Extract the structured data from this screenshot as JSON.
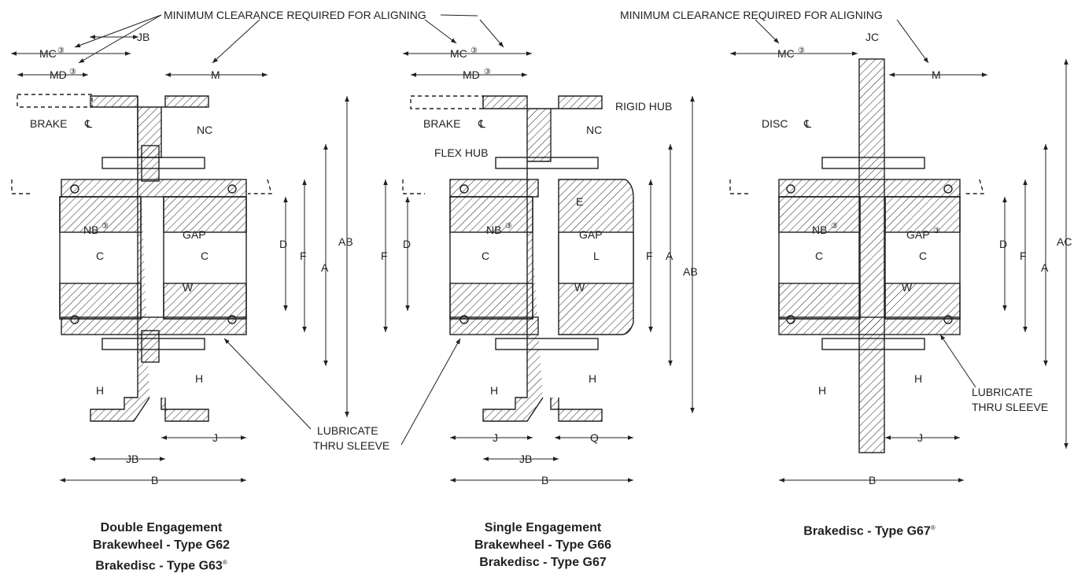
{
  "callouts": {
    "min_clearance": "MINIMUM CLEARANCE REQUIRED FOR ALIGNING",
    "lubricate": [
      "LUBRICATE",
      "THRU SLEEVE"
    ],
    "note_mark": "③"
  },
  "views": [
    {
      "labels": [
        "MC",
        "MD",
        "JB",
        "M",
        "BRAKE",
        "℄",
        "NC",
        "NB",
        "GAP",
        "C",
        "C",
        "W",
        "D",
        "F",
        "A",
        "AB",
        "H",
        "H",
        "J",
        "JB",
        "B"
      ],
      "caption": [
        "Double Engagement",
        "Brakewheel - Type G62",
        "Brakedisc - Type G63"
      ],
      "caption_mark": "®"
    },
    {
      "labels": [
        "MC",
        "MD",
        "BRAKE",
        "℄",
        "NC",
        "RIGID HUB",
        "FLEX HUB",
        "E",
        "NB",
        "GAP",
        "C",
        "L",
        "W",
        "D",
        "F",
        "F",
        "A",
        "AB",
        "H",
        "H",
        "J",
        "Q",
        "JB",
        "B"
      ],
      "caption": [
        "Single Engagement",
        "Brakewheel - Type G66",
        "Brakedisc - Type G67"
      ],
      "caption_mark": ""
    },
    {
      "labels": [
        "MC",
        "JC",
        "M",
        "DISC",
        "℄",
        "NB",
        "GAP",
        "C",
        "C",
        "W",
        "D",
        "F",
        "A",
        "AC",
        "H",
        "H",
        "J",
        "B"
      ],
      "caption": [
        "Brakedisc - Type G67"
      ],
      "caption_mark": "®"
    }
  ],
  "colors": {
    "ink": "#231f20",
    "paper": "#ffffff"
  }
}
